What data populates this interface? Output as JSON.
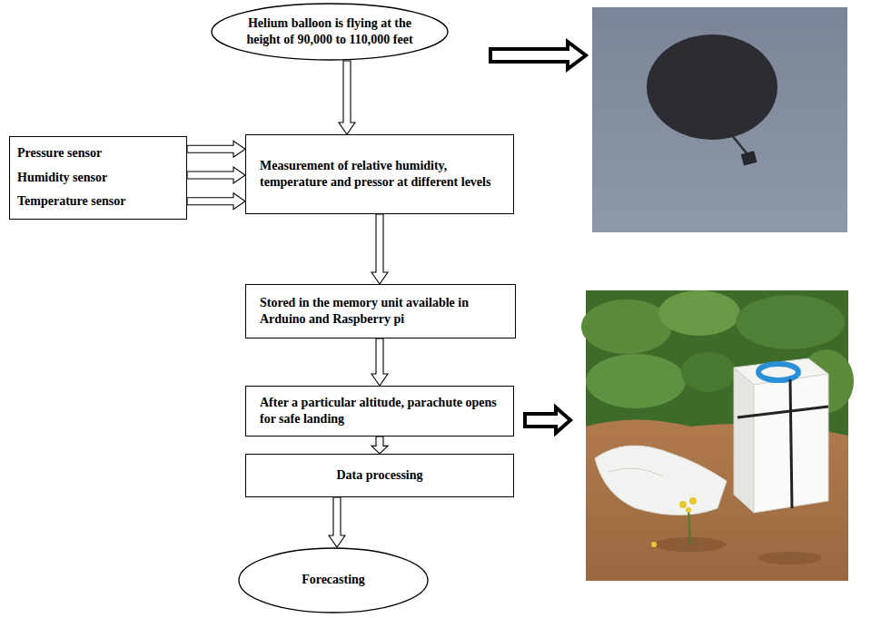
{
  "diagram": {
    "nodes": [
      {
        "text": [
          "Helium balloon is flying at the height of 90,000 to 110,000 feet"
        ]
      },
      {
        "text": [
          "Pressure sensor",
          "Humidity sensor",
          "Temperature sensor"
        ]
      },
      {
        "text": [
          "Measurement of relative humidity, temperature and pressor at different levels"
        ]
      },
      {
        "text": [
          "Stored in the memory unit available in Arduino and Raspberry pi"
        ]
      },
      {
        "text": [
          "After a particular altitude, parachute opens for safe landing"
        ]
      },
      {
        "text": [
          "Data processing"
        ]
      },
      {
        "text": [
          "Forecasting"
        ]
      }
    ],
    "edges": [
      {
        "from": 0,
        "to": 2,
        "arrow": "to"
      },
      {
        "from": 1,
        "to": 2,
        "arrow": "to"
      },
      {
        "from": 1,
        "to": 2,
        "arrow": "to"
      },
      {
        "from": 1,
        "to": 2,
        "arrow": "to"
      },
      {
        "from": 2,
        "to": 3,
        "arrow": "to"
      },
      {
        "from": 3,
        "to": 4,
        "arrow": "to"
      },
      {
        "from": 4,
        "to": 5,
        "arrow": "to"
      },
      {
        "from": 5,
        "to": 6,
        "arrow": "to"
      }
    ]
  }
}
